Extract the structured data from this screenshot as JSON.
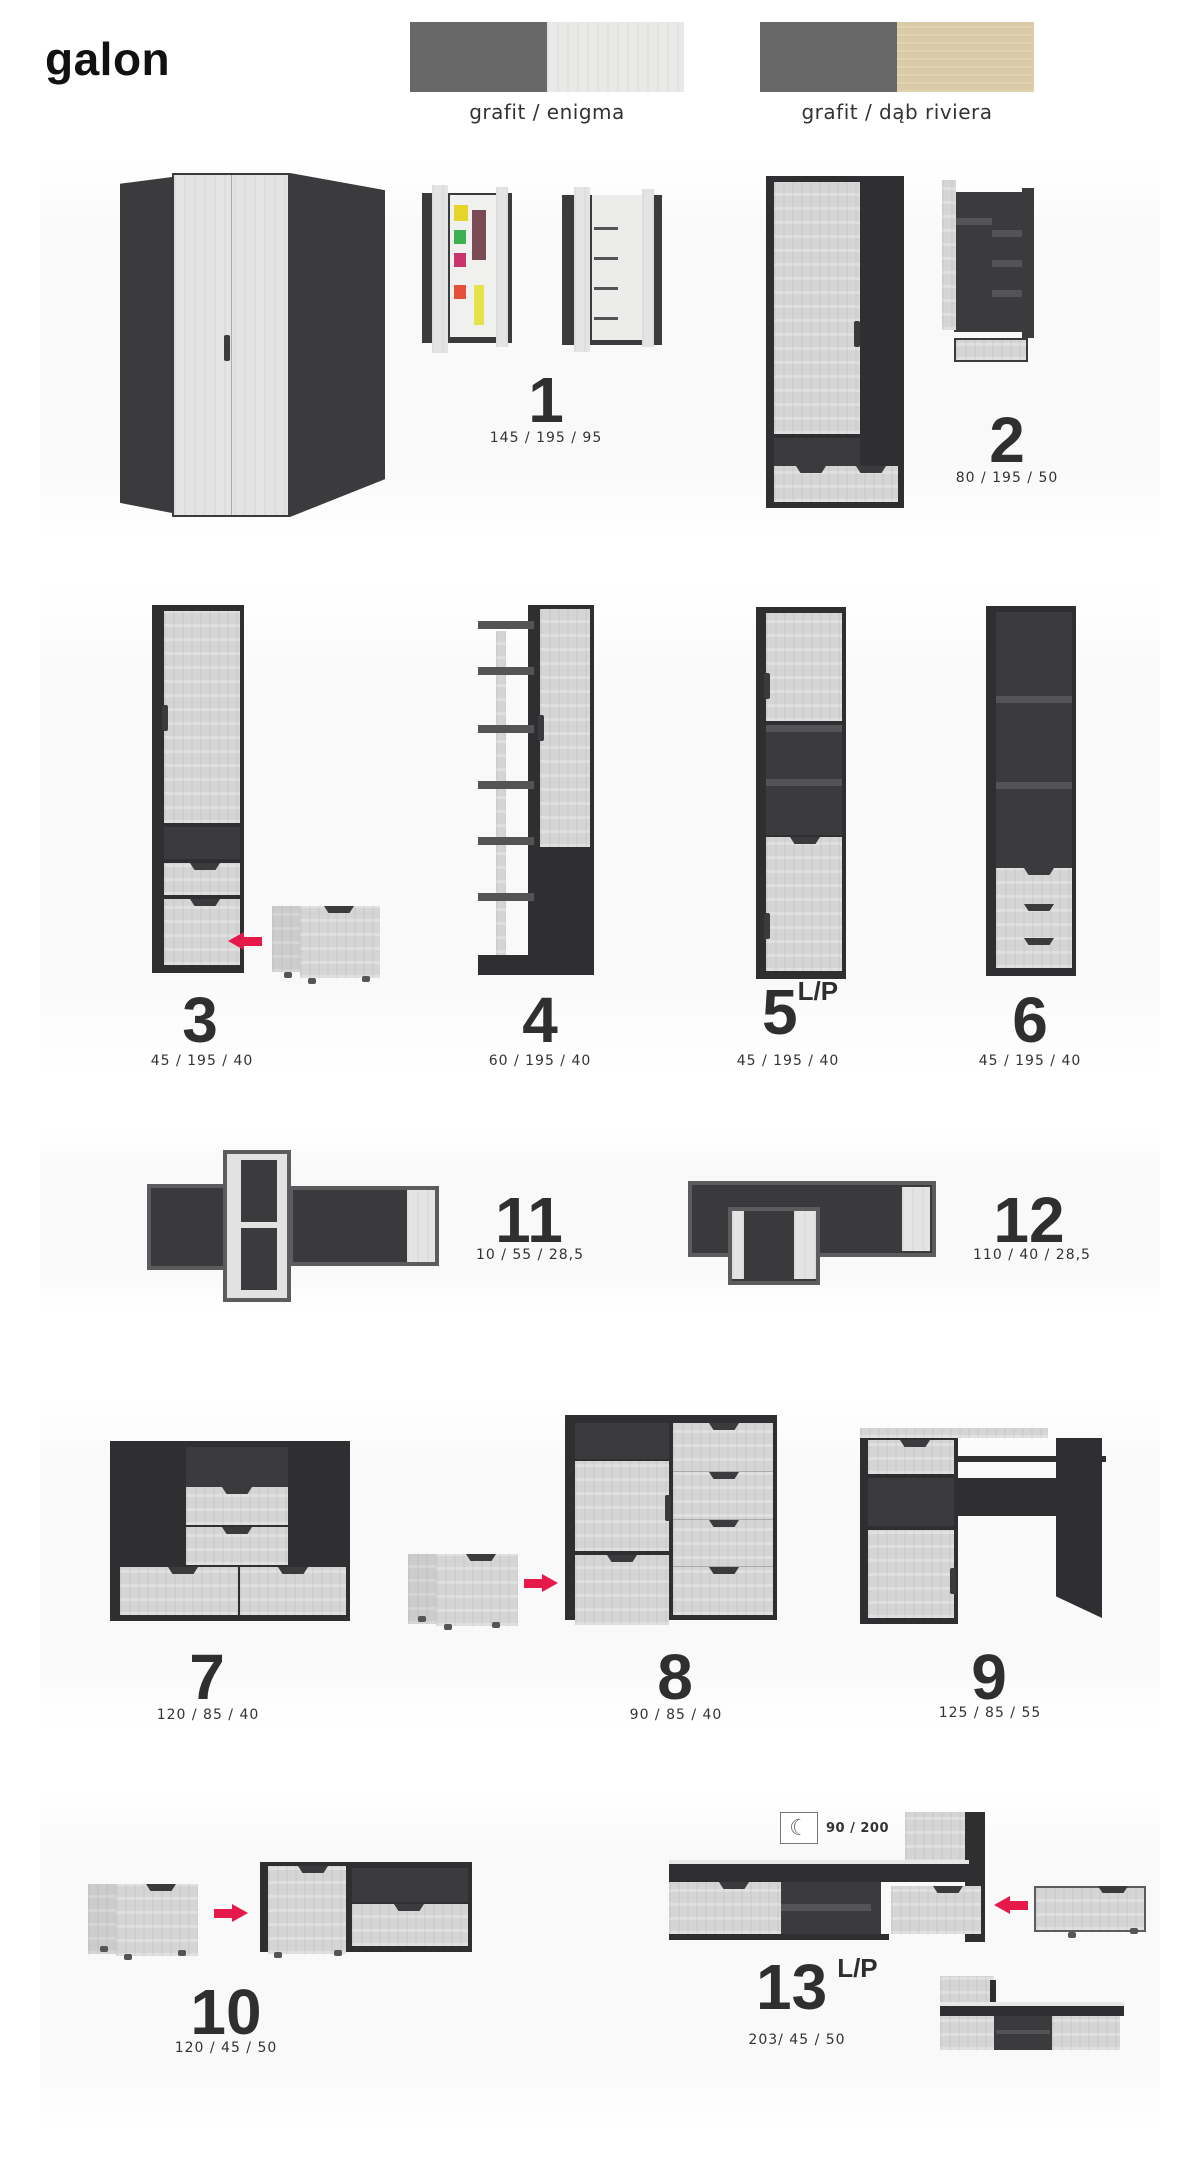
{
  "header": {
    "title": "galon"
  },
  "color_variants": [
    {
      "label": "grafit / enigma",
      "colors": [
        "#686869",
        "#e9e9e7"
      ]
    },
    {
      "label": "grafit / dąb riviera",
      "colors": [
        "#686869",
        "#d9cba6"
      ]
    }
  ],
  "palette": {
    "grafit": "#3b3b3d",
    "concrete": "#d4d5d4",
    "arrow_accent": "#e5194a",
    "label_text": "#2f2f2f"
  },
  "items": [
    {
      "number": "1",
      "suffix": "",
      "dims": "145 / 195 / 95",
      "description": "corner wardrobe"
    },
    {
      "number": "2",
      "suffix": "",
      "dims": "80 / 195 / 50",
      "description": "two-door wardrobe with drawer"
    },
    {
      "number": "3",
      "suffix": "",
      "dims": "45 / 195 / 40",
      "description": "tall cabinet with rolling container"
    },
    {
      "number": "4",
      "suffix": "",
      "dims": "60 / 195 / 40",
      "description": "tall cabinet with side shelving"
    },
    {
      "number": "5",
      "suffix": "L/P",
      "dims": "45 / 195 / 40",
      "description": "tall cabinet with open shelves"
    },
    {
      "number": "6",
      "suffix": "",
      "dims": "45 / 195 / 40",
      "description": "bookcase with drawers"
    },
    {
      "number": "11",
      "suffix": "",
      "dims": "10 / 55 / 28,5",
      "description": "wall shelf set"
    },
    {
      "number": "12",
      "suffix": "",
      "dims": "110 / 40 / 28,5",
      "description": "wall shelf with cube"
    },
    {
      "number": "7",
      "suffix": "",
      "dims": "120 / 85 / 40",
      "description": "chest of drawers"
    },
    {
      "number": "8",
      "suffix": "",
      "dims": "90 / 85 / 40",
      "description": "dresser with rolling container"
    },
    {
      "number": "9",
      "suffix": "",
      "dims": "125 / 85 / 55",
      "description": "desk"
    },
    {
      "number": "10",
      "suffix": "",
      "dims": "120 / 45 / 50",
      "description": "TV stand with rolling container"
    },
    {
      "number": "13",
      "suffix": "L/P",
      "dims": "203/ 45 / 50",
      "description": "bed with storage",
      "bed_size": "90 / 200"
    }
  ]
}
